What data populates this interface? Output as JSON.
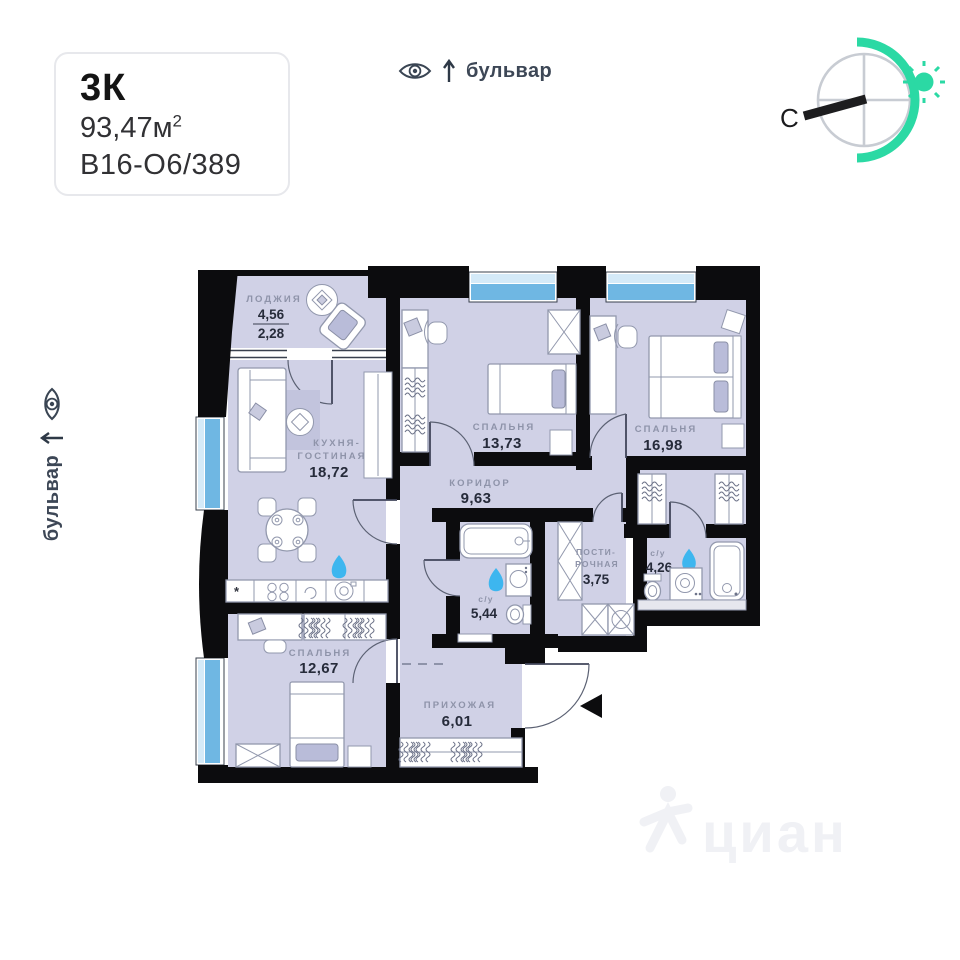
{
  "card": {
    "type_label": "3К",
    "area_value": "93,47",
    "area_unit": "м",
    "area_sup": "2",
    "unit_code": "В16-О6/389"
  },
  "street_top": {
    "label": "бульвар"
  },
  "street_left": {
    "label": "бульвар"
  },
  "compass": {
    "north_label": "С"
  },
  "plan": {
    "rooms": {
      "loggia": {
        "name": "ЛОДЖИЯ",
        "area_total": "4,56",
        "area_counted": "2,28"
      },
      "kitchen": {
        "name_line1": "КУХНЯ-",
        "name_line2": "ГОСТИНАЯ",
        "area": "18,72"
      },
      "bedroom_13": {
        "name": "СПАЛЬНЯ",
        "area": "13,73"
      },
      "bedroom_16": {
        "name": "СПАЛЬНЯ",
        "area": "16,98"
      },
      "corridor": {
        "name": "КОРИДОР",
        "area": "9,63"
      },
      "bathroom_5": {
        "name": "с/у",
        "area": "5,44"
      },
      "laundry": {
        "name_line1": "ПОСТИ-",
        "name_line2": "РОЧНАЯ",
        "area": "3,75"
      },
      "bathroom_4": {
        "name": "с/у",
        "area": "4,26"
      },
      "bedroom_12": {
        "name": "СПАЛЬНЯ",
        "area": "12,67"
      },
      "hallway": {
        "name": "ПРИХОЖАЯ",
        "area": "6,01"
      }
    }
  },
  "watermark": {
    "text": "циан"
  },
  "colors": {
    "room_fill": "#d0d1e6",
    "rug": "#c2c4dd",
    "wall": "#0c0c0e",
    "window_blue": "#6fb7e3",
    "window_light": "#d4eaf8",
    "accent_teal": "#2bd9a4",
    "drop_blue": "#3db6ef",
    "label_gray": "#8e93a9",
    "label_dark": "#262b3a"
  }
}
